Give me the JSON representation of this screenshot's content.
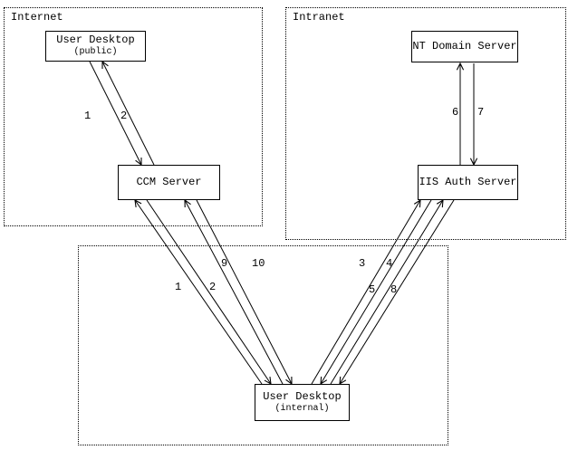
{
  "diagram": {
    "type": "network-auth-flow-diagram",
    "zones": {
      "internet": {
        "label": "Internet"
      },
      "intranet": {
        "label": "Intranet"
      },
      "internal": {
        "label": ""
      }
    },
    "nodes": {
      "user_desktop_public": {
        "title": "User Desktop",
        "subtitle": "(public)"
      },
      "ccm_server": {
        "title": "CCM Server"
      },
      "nt_domain_server": {
        "title": "NT Domain Server"
      },
      "iis_auth_server": {
        "title": "IIS Auth Server"
      },
      "user_desktop_internal": {
        "title": "User Desktop",
        "subtitle": "(internal)"
      }
    },
    "edges": [
      {
        "label": "1",
        "from": "user_desktop_public",
        "to": "ccm_server"
      },
      {
        "label": "2",
        "from": "ccm_server",
        "to": "user_desktop_public"
      },
      {
        "label": "6",
        "from": "iis_auth_server",
        "to": "nt_domain_server"
      },
      {
        "label": "7",
        "from": "nt_domain_server",
        "to": "iis_auth_server"
      },
      {
        "label": "1",
        "from": "user_desktop_internal",
        "to": "ccm_server"
      },
      {
        "label": "2",
        "from": "ccm_server",
        "to": "user_desktop_internal"
      },
      {
        "label": "9",
        "from": "user_desktop_internal",
        "to": "ccm_server"
      },
      {
        "label": "10",
        "from": "ccm_server",
        "to": "user_desktop_internal"
      },
      {
        "label": "3",
        "from": "user_desktop_internal",
        "to": "iis_auth_server"
      },
      {
        "label": "4",
        "from": "iis_auth_server",
        "to": "user_desktop_internal"
      },
      {
        "label": "5",
        "from": "user_desktop_internal",
        "to": "iis_auth_server"
      },
      {
        "label": "8",
        "from": "iis_auth_server",
        "to": "user_desktop_internal"
      }
    ],
    "colors": {
      "line": "#000000",
      "background": "#ffffff"
    }
  }
}
